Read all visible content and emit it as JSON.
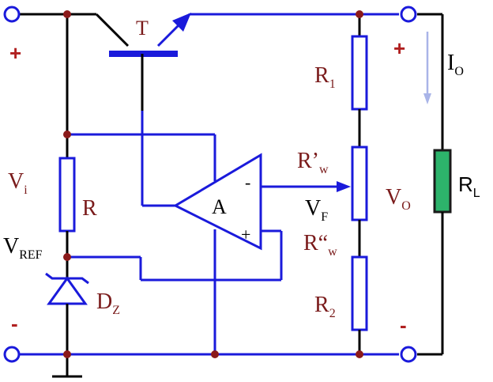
{
  "labels": {
    "transistor": "T",
    "opamp": "A",
    "vi_main": "V",
    "vi_sub": "i",
    "r": "R",
    "vref_main": "V",
    "vref_sub": "REF",
    "dz_main": "D",
    "dz_sub": "Z",
    "r1_main": "R",
    "r1_sub": "1",
    "rw1_main": "R’",
    "rw1_sub": "w",
    "vf_main": "V",
    "vf_sub": "F",
    "rw2_main": "R“",
    "rw2_sub": "w",
    "r2_main": "R",
    "r2_sub": "2",
    "vo_main": "V",
    "vo_sub": "O",
    "io_main": "I",
    "io_sub": "O",
    "rl_main": "R",
    "rl_sub": "L",
    "opamp_minus": "-",
    "opamp_plus": "+",
    "in_plus": "+",
    "in_minus": "-",
    "out_plus": "+",
    "out_minus": "-"
  },
  "colors": {
    "wire_blue": "#1a1adb",
    "wire_black": "#000000",
    "node": "#8b1a1a",
    "label": "#7a1b1b",
    "sign": "#b02020",
    "load": "#2db36b",
    "current_arrow": "#a9b4e8"
  }
}
